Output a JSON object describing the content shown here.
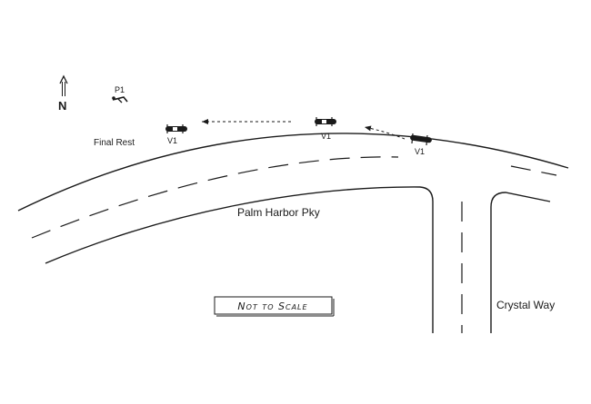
{
  "compass": {
    "letter": "N"
  },
  "pedestrian": {
    "label": "P1"
  },
  "final_rest": {
    "label": "Final Rest"
  },
  "vehicles": [
    {
      "label": "V1"
    },
    {
      "label": "V1"
    },
    {
      "label": "V1"
    }
  ],
  "streets": {
    "main": "Palm Harbor Pky",
    "cross": "Crystal Way"
  },
  "scale_note": "Not to Scale",
  "colors": {
    "ink": "#1a1a1a",
    "background": "#ffffff"
  }
}
